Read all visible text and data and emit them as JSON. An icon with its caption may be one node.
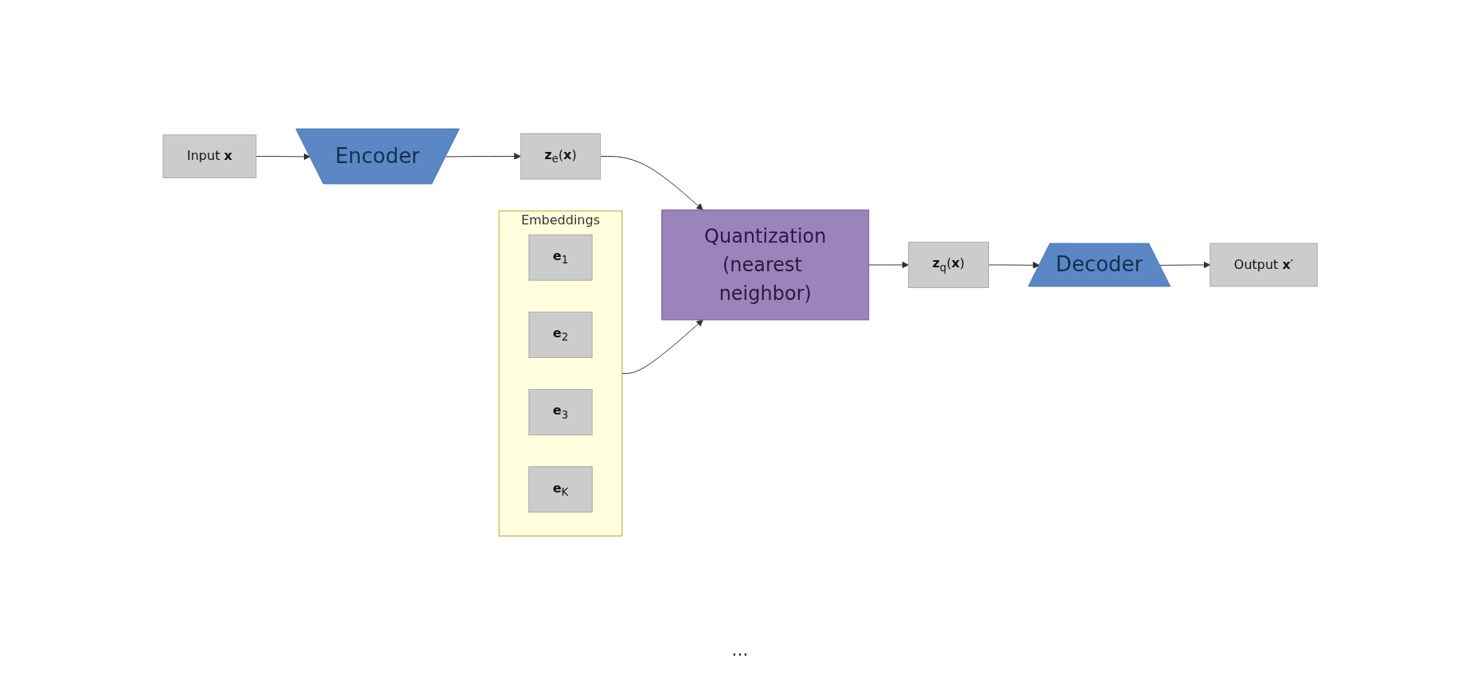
{
  "diagram": {
    "nodes": [
      {
        "text": [
          "Embeddings"
        ]
      },
      {
        "text": [
          "**e**$_{1}$"
        ],
        "in": 0
      },
      {
        "text": [
          "**e**$_{2}$"
        ],
        "in": 0
      },
      {
        "text": [
          "**e**$_{3}$"
        ],
        "in": 0
      },
      {
        "text": [
          "**e**$_{K}$"
        ],
        "in": 0
      },
      {
        "text": [
          "Input **x**"
        ]
      },
      {
        "text": [
          "Encoder"
        ]
      },
      {
        "text": [
          "**z**$_{e}$(**x**)"
        ]
      },
      {
        "text": [
          "Quantization",
          "(nearest neighbor)"
        ]
      },
      {
        "text": [
          "**z**$_{q}$(**x**)"
        ]
      },
      {
        "text": [
          "Decoder"
        ]
      },
      {
        "text": [
          "Output **x**′"
        ]
      }
    ],
    "edges": [
      {
        "from": 5,
        "to": 6,
        "arrow": "to"
      },
      {
        "from": 6,
        "to": 7,
        "arrow": "to"
      },
      {
        "from": 7,
        "to": 8,
        "arrow": "to"
      },
      {
        "from": 8,
        "to": 9,
        "arrow": "to"
      },
      {
        "from": 9,
        "to": 10,
        "arrow": "to"
      },
      {
        "from": 10,
        "to": 11,
        "arrow": "to"
      },
      {
        "from": 0,
        "to": 8,
        "arrow": "to"
      }
    ],
    "labels": [
      "..."
    ]
  }
}
